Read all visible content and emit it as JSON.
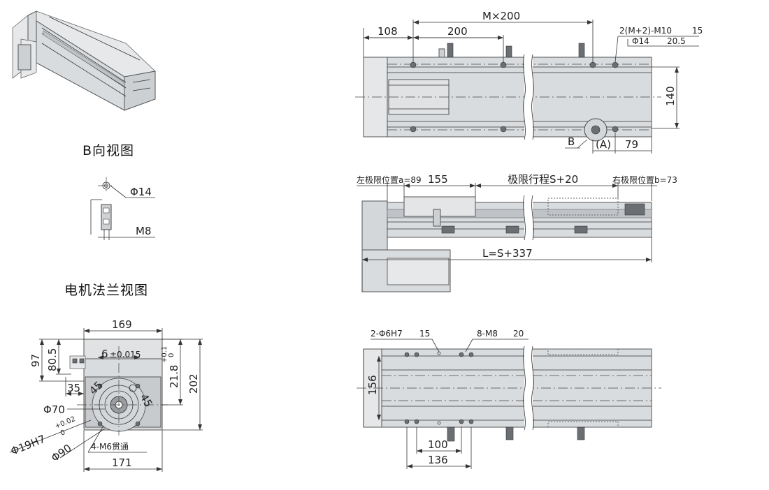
{
  "labels": {
    "view_b": "B向视图",
    "motor_flange": "电机法兰视图"
  },
  "dims": {
    "m200": "M×200",
    "d108": "108",
    "d200": "200",
    "hole_note1": "2(M+2)-M10",
    "hole_note1b": "15",
    "hole_note2": "Φ14",
    "hole_note2b": "20.5",
    "d140": "140",
    "b": "B",
    "a": "(A)",
    "d79": "79",
    "left_limit": "左极限位置a=89",
    "d155": "155",
    "stroke": "极限行程S+20",
    "right_limit": "右极限位置b=73",
    "length": "L=S+337",
    "pin_note": "2-Φ6H7",
    "pin_note_b": "15",
    "m8_note": "8-M8",
    "m8_note_b": "20",
    "d156": "156",
    "d100": "100",
    "d136": "136",
    "phi14": "Φ14",
    "m8": "M8",
    "d169": "169",
    "d6": "6",
    "tol_6": "±0.015",
    "tol_01": "+0.1",
    "tol_0": "0",
    "d97": "97",
    "d80_5": "80.5",
    "d218": "21.8",
    "d202": "202",
    "d35": "35",
    "d45a": "45",
    "d45b": "45",
    "phi70": "Φ70",
    "phi19": "Φ19H7",
    "tol_002": "+0.02",
    "tol_00": "0",
    "phi90": "Φ90",
    "m6": "4-M6贯通",
    "d171": "171"
  }
}
